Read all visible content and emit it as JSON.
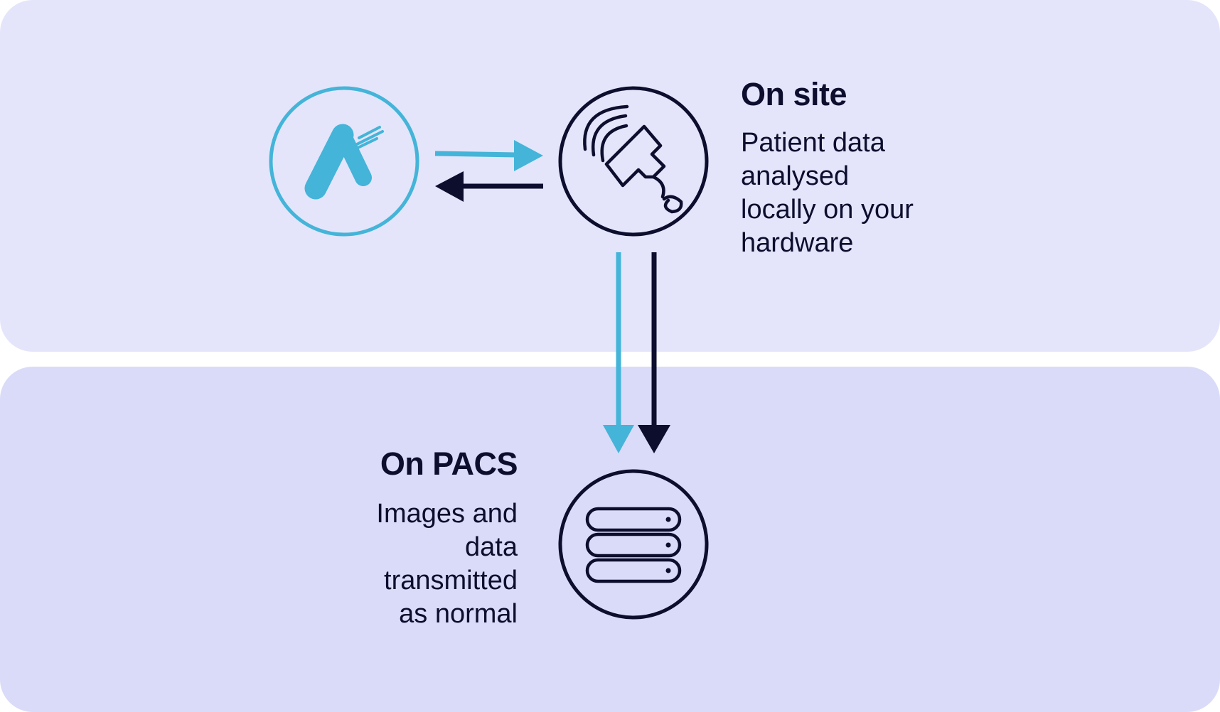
{
  "colors": {
    "panel_top": "#e4e5fa",
    "panel_bottom": "#d9dbf8",
    "accent_cyan": "#44b4d8",
    "navy": "#0d0e2e"
  },
  "nodes": {
    "app": {
      "icon": "app-logo-icon"
    },
    "device": {
      "icon": "ultrasound-probe-icon"
    },
    "pacs": {
      "icon": "server-stack-icon"
    }
  },
  "on_site": {
    "title": "On site",
    "description": "Patient data\nanalysed\nlocally on your\nhardware"
  },
  "on_pacs": {
    "title": "On PACS",
    "description": "Images and\ndata\ntransmitted\nas normal"
  }
}
